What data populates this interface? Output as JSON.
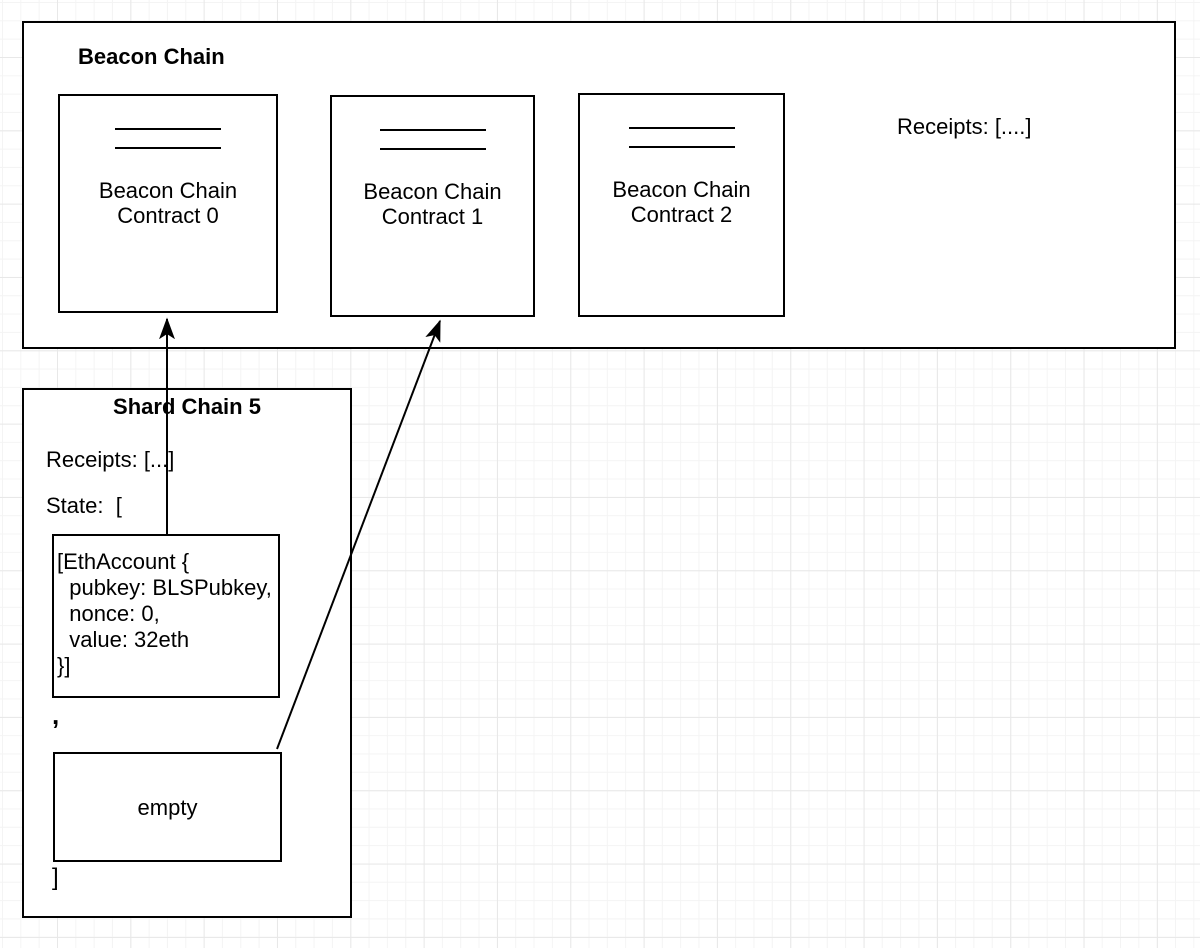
{
  "beacon_chain": {
    "title": "Beacon Chain",
    "receipts": "Receipts: [....]",
    "contracts": [
      {
        "label": "Beacon Chain\nContract 0"
      },
      {
        "label": "Beacon Chain\nContract 1"
      },
      {
        "label": "Beacon Chain\nContract 2"
      }
    ]
  },
  "shard_chain": {
    "title": "Shard Chain 5",
    "receipts": "Receipts: [...]",
    "state_open": "State:  [",
    "eth_account_code": "[EthAccount {\n  pubkey: BLSPubkey,\n  nonce: 0,\n  value: 32eth\n}]",
    "separator": ",",
    "empty_label": "empty",
    "state_close": "]"
  },
  "colors": {
    "stroke": "#000000",
    "shape_fill": "#ffffff",
    "grid_minor": "#f4f4f4",
    "grid_major": "#e8e8e8"
  }
}
